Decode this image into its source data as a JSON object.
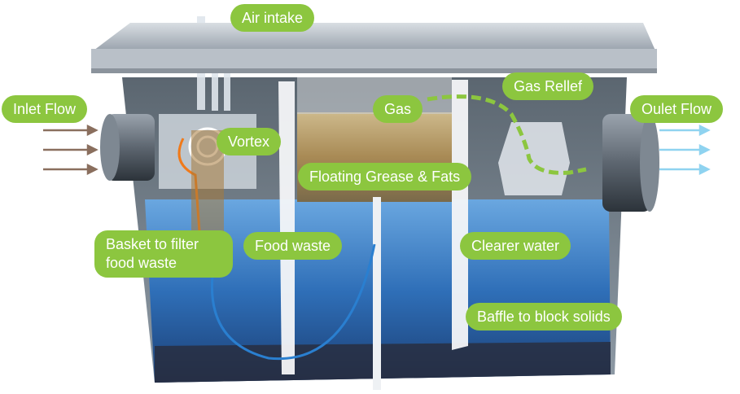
{
  "labels": {
    "air_intake": "Air intake",
    "inlet_flow": "Inlet Flow",
    "gas": "Gas",
    "gas_relief": "Gas Rellef",
    "outlet_flow": "Oulet Flow",
    "vortex": "Vortex",
    "floating_grease": "Floating Grease & Fats",
    "basket_line1": "Basket to filter",
    "basket_line2": "food waste",
    "food_waste": "Food waste",
    "clearer_water": "Clearer water",
    "baffle": "Baffle to block solids"
  },
  "colors": {
    "label_green": "#8cc63f",
    "label_text": "#ffffff",
    "tank_gray": "#b9c0c8",
    "tank_dark": "#4a5560",
    "water_blue": "#2f6fb8",
    "inlet_arrow": "#8a6f5e",
    "outlet_arrow": "#8fd3f0",
    "flow_line": "#2a7fd0",
    "vortex_orange": "#f07a1a"
  }
}
